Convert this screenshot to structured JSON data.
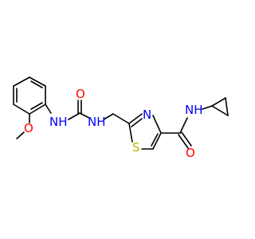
{
  "colors": {
    "background": "#ffffff",
    "carbon_bond": "#000000",
    "nitrogen": "#0000ff",
    "oxygen": "#ff0000",
    "sulfur": "#b8b800"
  },
  "labels": {
    "amide_o_urea": "O",
    "nh_aryl": "NH",
    "nh_methylene": "NH",
    "n_thiazole": "N",
    "s_thiazole": "S",
    "o_methoxy": "O",
    "nh_cyclopropyl": "NH",
    "o_carboxamide": "O"
  }
}
